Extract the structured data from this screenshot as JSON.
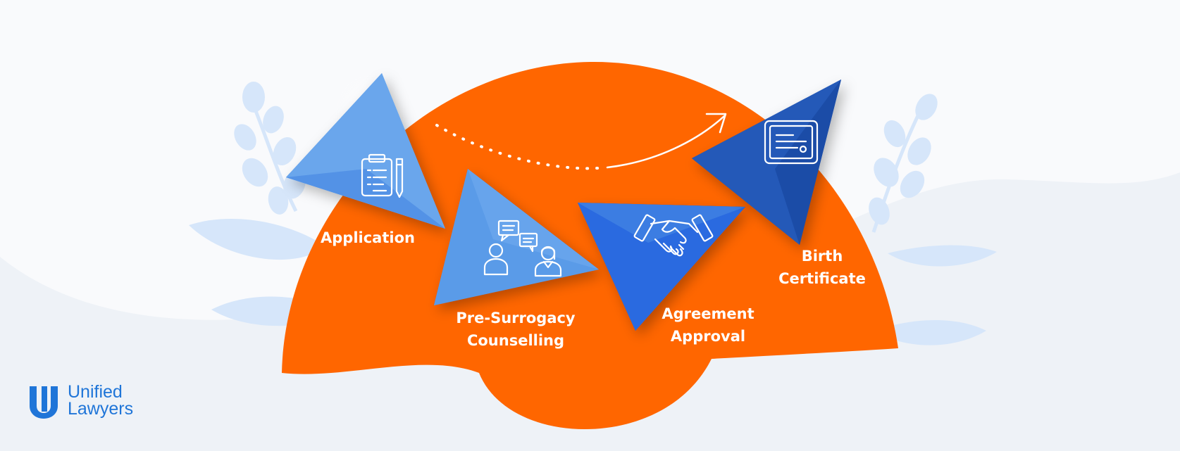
{
  "diagram": {
    "steps": [
      {
        "id": "application",
        "label_lines": [
          "Application"
        ],
        "icon": "clipboard-pencil-icon"
      },
      {
        "id": "counselling",
        "label_lines": [
          "Pre-Surrogacy",
          "Counselling"
        ],
        "icon": "people-conversation-icon"
      },
      {
        "id": "agreement",
        "label_lines": [
          "Agreement",
          "Approval"
        ],
        "icon": "handshake-icon"
      },
      {
        "id": "birth",
        "label_lines": [
          "Birth",
          "Certificate"
        ],
        "icon": "certificate-icon"
      }
    ],
    "flow_arrow_icon": "dotted-curved-arrow-icon"
  },
  "brand": {
    "name_line_1": "Unified",
    "name_line_2": "Lawyers",
    "logo_icon": "u-logo-icon"
  },
  "colors": {
    "background": "#f9fafc",
    "wave": "#eef2f7",
    "orange_shape": "#ff6600",
    "foliage": "#d6e6fa",
    "arrow_light": "#5a9be8",
    "arrow_mid": "#3f80e2",
    "arrow_deep": "#1f5fd6",
    "arrow_navy": "#1f4ea8",
    "brand_blue": "#1f75d8",
    "text_white": "#ffffff"
  }
}
